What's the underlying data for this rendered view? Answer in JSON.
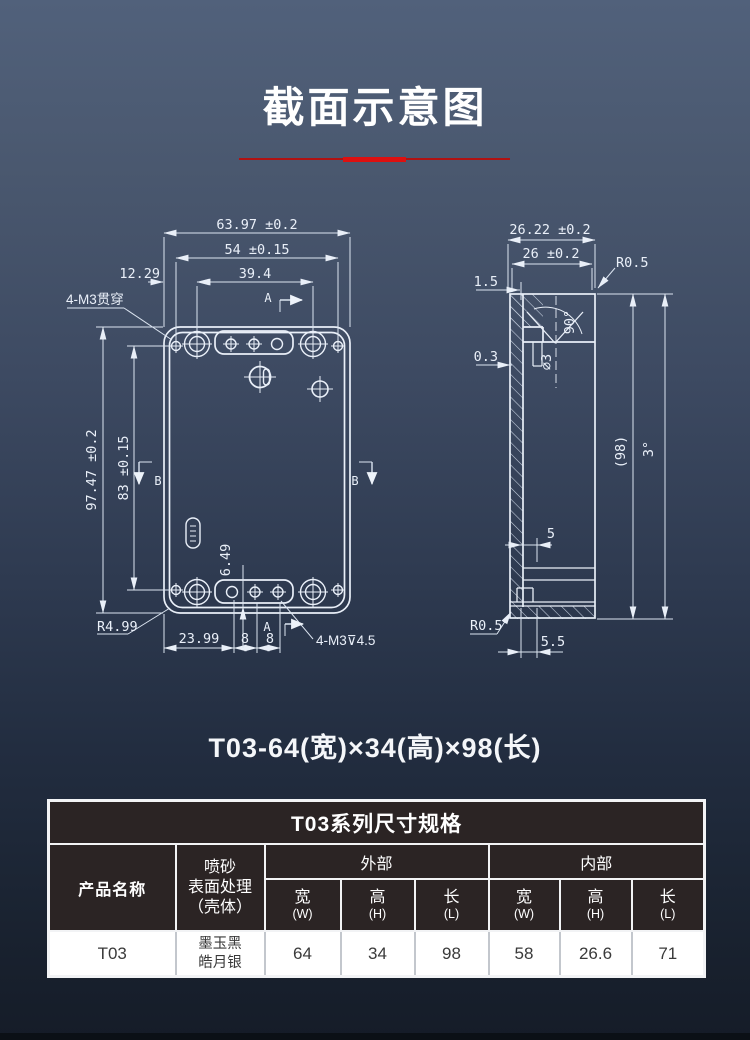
{
  "title": "截面示意图",
  "size_label": "T03-64(宽)×34(高)×98(长)",
  "colors": {
    "accent_red": "#dd1010",
    "line": "#e9eff8",
    "bg_top": "#51617b",
    "bg_bottom": "#151c28",
    "table_header_bg": "#2b2424"
  },
  "front_view": {
    "dim_width_outer": "63.97 ±0.2",
    "dim_width_inner": "54 ±0.15",
    "dim_hole_span": "39.4",
    "dim_edge_offset": "12.29",
    "label_thread_top": "4-M3贯穿",
    "dim_height_outer": "97.47 ±0.2",
    "dim_height_inner": "83 ±0.15",
    "dim_corner_radius": "R4.99",
    "dim_bottom_offset": "23.99",
    "dim_pitch_1": "8",
    "dim_pitch_2": "8",
    "dim_slot": "6.49",
    "label_thread_bottom": "4-M3⊽4.5",
    "marker_a": "A",
    "marker_b": "B"
  },
  "side_view": {
    "dim_width_outer": "26.22 ±0.2",
    "dim_width_inner": "26 ±0.2",
    "label_radius_top": "R0.5",
    "dim_step_top": "1.5",
    "dim_wall": "0.3",
    "label_hole_dia": "∅3",
    "label_cone_angle": "90°",
    "dim_length_ref": "(98)",
    "dim_draft_angle": "3°",
    "dim_step_bottom": "5",
    "label_radius_bottom": "R0.5",
    "dim_bottom_width": "5.5"
  },
  "table": {
    "title": "T03系列尺寸规格",
    "col_product": "产品名称",
    "col_finish_l1": "喷砂",
    "col_finish_l2": "表面处理",
    "col_finish_l3": "（壳体）",
    "group_outer": "外部",
    "group_inner": "内部",
    "sub": [
      {
        "cn": "宽",
        "en": "(W)"
      },
      {
        "cn": "高",
        "en": "(H)"
      },
      {
        "cn": "长",
        "en": "(L)"
      },
      {
        "cn": "宽",
        "en": "(W)"
      },
      {
        "cn": "高",
        "en": "(H)"
      },
      {
        "cn": "长",
        "en": "(L)"
      }
    ],
    "row": {
      "name": "T03",
      "finish_l1": "墨玉黑",
      "finish_l2": "皓月银",
      "values": [
        "64",
        "34",
        "98",
        "58",
        "26.6",
        "71"
      ]
    }
  }
}
